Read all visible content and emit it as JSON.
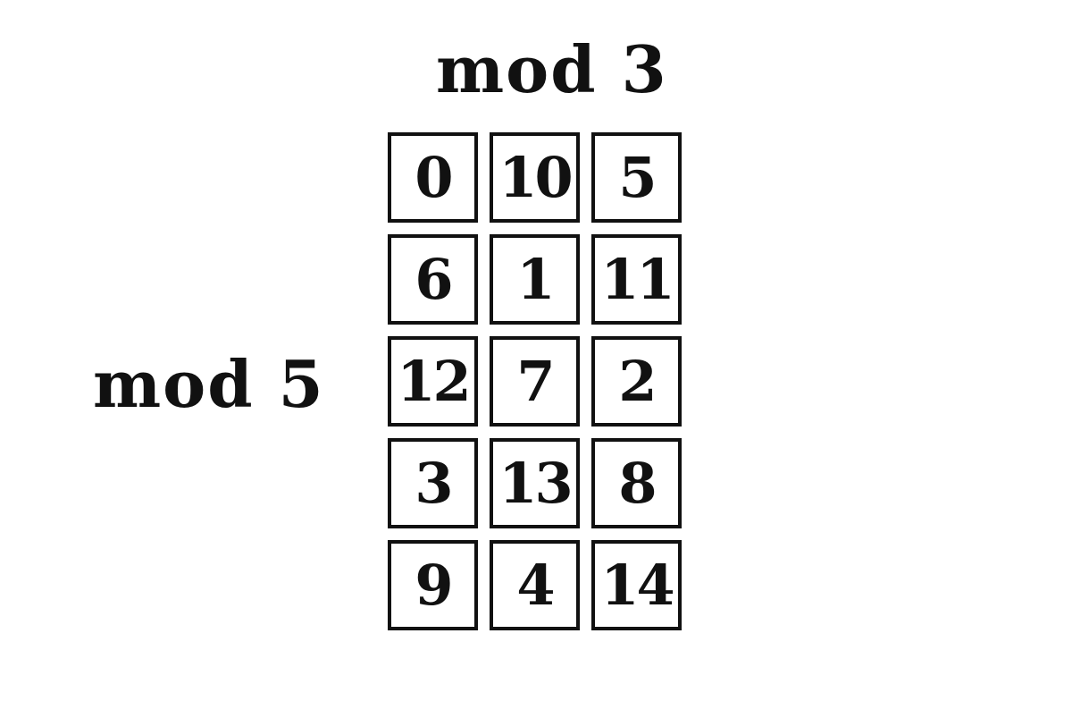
{
  "labels": {
    "columns": "mod 3",
    "rows": "mod 5"
  },
  "grid": {
    "rows": [
      [
        "0",
        "10",
        "5"
      ],
      [
        "6",
        "1",
        "11"
      ],
      [
        "12",
        "7",
        "2"
      ],
      [
        "3",
        "13",
        "8"
      ],
      [
        "9",
        "4",
        "14"
      ]
    ]
  },
  "colors": {
    "stroke": "#111111",
    "background": "#ffffff"
  }
}
